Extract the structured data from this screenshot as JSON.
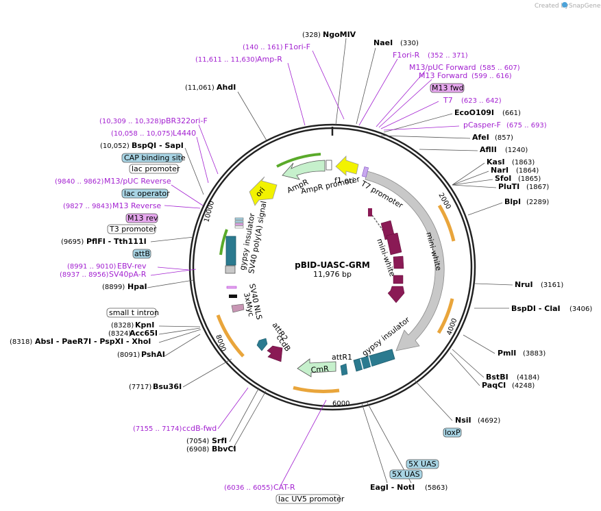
{
  "credit": {
    "prefix": "Created by",
    "brand": "SnapGene"
  },
  "plasmid": {
    "name": "pBID-UASC-GRM",
    "size": "11,976 bp"
  },
  "colors": {
    "backbone": "#222222",
    "primer": "#a21fd0",
    "enzyme": "#000000",
    "feature_teal": "#2b7a8f",
    "feature_maroon": "#8a1a55",
    "feature_green": "#a8e6b4",
    "feature_yellow": "#f2f200",
    "feature_gray": "#c8c8c8",
    "promoter_orange": "#e9a53b",
    "box_blue": "#a8d4e4",
    "box_pink": "#e6a8ee"
  },
  "scale_ticks": [
    "2000",
    "4000",
    "6000",
    "8000",
    "10000"
  ],
  "enzymes": [
    {
      "name": "NgoMIV",
      "pos": "(328)"
    },
    {
      "name": "NaeI",
      "pos": "(330)"
    },
    {
      "name": "EcoO109I",
      "pos": "(661)"
    },
    {
      "name": "AfeI",
      "pos": "(857)"
    },
    {
      "name": "AflII",
      "pos": "(1240)"
    },
    {
      "name": "KasI",
      "pos": "(1863)"
    },
    {
      "name": "NarI",
      "pos": "(1864)"
    },
    {
      "name": "SfoI",
      "pos": "(1865)"
    },
    {
      "name": "PluTI",
      "pos": "(1867)"
    },
    {
      "name": "BlpI",
      "pos": "(2289)"
    },
    {
      "name": "NruI",
      "pos": "(3161)"
    },
    {
      "name": "BspDI - ClaI",
      "pos": "(3406)"
    },
    {
      "name": "PmlI",
      "pos": "(3883)"
    },
    {
      "name": "BstBI",
      "pos": "(4184)"
    },
    {
      "name": "PaqCI",
      "pos": "(4248)"
    },
    {
      "name": "NsiI",
      "pos": "(4692)"
    },
    {
      "name": "EagI - NotI",
      "pos": "(5863)"
    },
    {
      "name": "BbvCI",
      "pos": "(6908)"
    },
    {
      "name": "SrfI",
      "pos": "(7054)"
    },
    {
      "name": "Bsu36I",
      "pos": "(7717)"
    },
    {
      "name": "PshAI",
      "pos": "(8091)"
    },
    {
      "name": "AbsI - PaeR7I - PspXI - XhoI",
      "pos": "(8318)"
    },
    {
      "name": "Acc65I",
      "pos": "(8324)"
    },
    {
      "name": "KpnI",
      "pos": "(8328)"
    },
    {
      "name": "HpaI",
      "pos": "(8899)"
    },
    {
      "name": "PflFI - Tth111I",
      "pos": "(9695)"
    },
    {
      "name": "BspQI - SapI",
      "pos": "(10,052)"
    },
    {
      "name": "AhdI",
      "pos": "(11,061)"
    }
  ],
  "primers": [
    {
      "name": "F1ori-F",
      "pos": "(140 .. 161)"
    },
    {
      "name": "Amp-R",
      "pos": "(11,611 .. 11,630)"
    },
    {
      "name": "F1ori-R",
      "pos": "(352 .. 371)"
    },
    {
      "name": "M13/pUC Forward",
      "pos": "(585 .. 607)"
    },
    {
      "name": "M13 Forward",
      "pos": "(599 .. 616)"
    },
    {
      "name": "T7",
      "pos": "(623 .. 642)"
    },
    {
      "name": "pCasper-F",
      "pos": "(675 .. 693)"
    },
    {
      "name": "pBR322ori-F",
      "pos": "(10,309 .. 10,328)"
    },
    {
      "name": "L4440",
      "pos": "(10,058 .. 10,075)"
    },
    {
      "name": "M13/pUC Reverse",
      "pos": "(9840 .. 9862)"
    },
    {
      "name": "M13 Reverse",
      "pos": "(9827 .. 9843)"
    },
    {
      "name": "EBV-rev",
      "pos": "(8991 .. 9010)"
    },
    {
      "name": "SV40pA-R",
      "pos": "(8937 .. 8956)"
    },
    {
      "name": "ccdB-fwd",
      "pos": "(7155 .. 7174)"
    },
    {
      "name": "CAT-R",
      "pos": "(6036 .. 6055)"
    }
  ],
  "boxed_labels": {
    "m13_fwd": "M13 fwd",
    "cap_binding_site": "CAP binding site",
    "lac_promoter": "lac promoter",
    "lac_operator": "lac operator",
    "m13_rev": "M13 rev",
    "t3_promoter": "T3 promoter",
    "attB": "attB",
    "small_t_intron": "small t intron",
    "loxP": "loxP",
    "uas_1": "5X UAS",
    "uas_2": "5X UAS",
    "lac_uv5": "lac UV5 promoter"
  },
  "features": {
    "f1_ori": "f1 ori",
    "ampr_promoter": "AmpR promoter",
    "ampr": "AmpR",
    "ori": "ori",
    "t7_promoter": "T7 promoter",
    "mini_white_outer": "mini-white",
    "mini_white_inner": "mini-white",
    "gypsy_insulator_1": "gypsy insulator",
    "gypsy_insulator_2": "gypsy insulator",
    "sv40_polya": "SV40 poly(A) signal",
    "sv40_nls": "SV40 NLS",
    "myc": "3xMyc",
    "attr2": "attR2",
    "ccdb": "ccdB",
    "attr1": "attR1",
    "cmr": "CmR"
  }
}
